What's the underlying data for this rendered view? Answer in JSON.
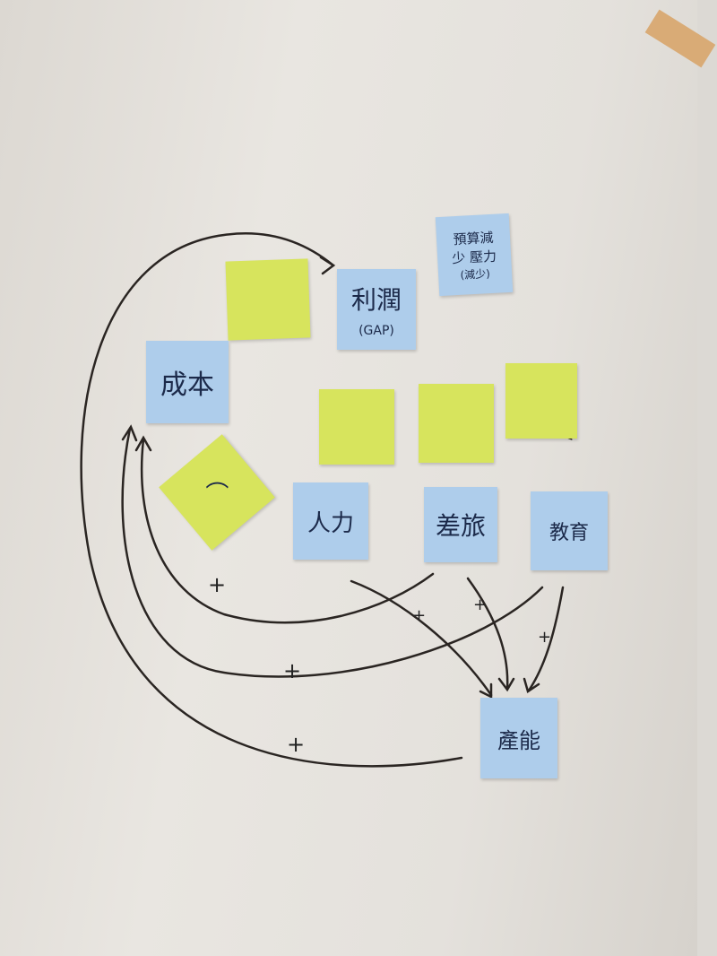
{
  "notes": {
    "profit": "利潤",
    "profit_sub": "(GAP)",
    "cost": "成本",
    "manpower": "人力",
    "travel": "差旅",
    "education": "教育",
    "capacity": "產能",
    "budget_line1": "預算減",
    "budget_line2": "少 壓力",
    "budget_line3": "(減少)"
  },
  "plus_signs": [
    "+",
    "+",
    "+",
    "+",
    "+",
    "+"
  ],
  "colors": {
    "blue_note": "#aecdeb",
    "yellow_note": "#d7e45d",
    "ink": "#2a2522"
  }
}
